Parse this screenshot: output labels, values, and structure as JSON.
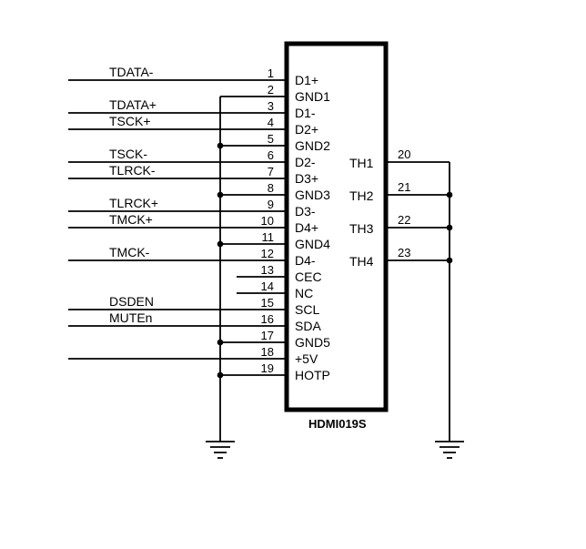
{
  "component": {
    "name": "HDMI019S",
    "left_pins": [
      {
        "num": "1",
        "name": "D1+",
        "net": "TDATA-",
        "conn": "signal"
      },
      {
        "num": "2",
        "name": "GND1",
        "net": "",
        "conn": "ground"
      },
      {
        "num": "3",
        "name": "D1-",
        "net": "TDATA+",
        "conn": "signal"
      },
      {
        "num": "4",
        "name": "D2+",
        "net": "TSCK+",
        "conn": "signal"
      },
      {
        "num": "5",
        "name": "GND2",
        "net": "",
        "conn": "ground"
      },
      {
        "num": "6",
        "name": "D2-",
        "net": "TSCK-",
        "conn": "signal"
      },
      {
        "num": "7",
        "name": "D3+",
        "net": "TLRCK-",
        "conn": "signal"
      },
      {
        "num": "8",
        "name": "GND3",
        "net": "",
        "conn": "ground"
      },
      {
        "num": "9",
        "name": "D3-",
        "net": "TLRCK+",
        "conn": "signal"
      },
      {
        "num": "10",
        "name": "D4+",
        "net": "TMCK+",
        "conn": "signal"
      },
      {
        "num": "11",
        "name": "GND4",
        "net": "",
        "conn": "ground"
      },
      {
        "num": "12",
        "name": "D4-",
        "net": "TMCK-",
        "conn": "signal"
      },
      {
        "num": "13",
        "name": "CEC",
        "net": "",
        "conn": "stub"
      },
      {
        "num": "14",
        "name": "NC",
        "net": "",
        "conn": "stub"
      },
      {
        "num": "15",
        "name": "SCL",
        "net": "DSDEN",
        "conn": "signal"
      },
      {
        "num": "16",
        "name": "SDA",
        "net": "MUTEn",
        "conn": "signal"
      },
      {
        "num": "17",
        "name": "GND5",
        "net": "",
        "conn": "ground"
      },
      {
        "num": "18",
        "name": "+5V",
        "net": "",
        "conn": "signal"
      },
      {
        "num": "19",
        "name": "HOTP",
        "net": "",
        "conn": "ground"
      }
    ],
    "right_pins": [
      {
        "num": "20",
        "name": "TH1"
      },
      {
        "num": "21",
        "name": "TH2"
      },
      {
        "num": "22",
        "name": "TH3"
      },
      {
        "num": "23",
        "name": "TH4"
      }
    ]
  },
  "colors": {
    "line": "#000000",
    "background": "#ffffff"
  }
}
